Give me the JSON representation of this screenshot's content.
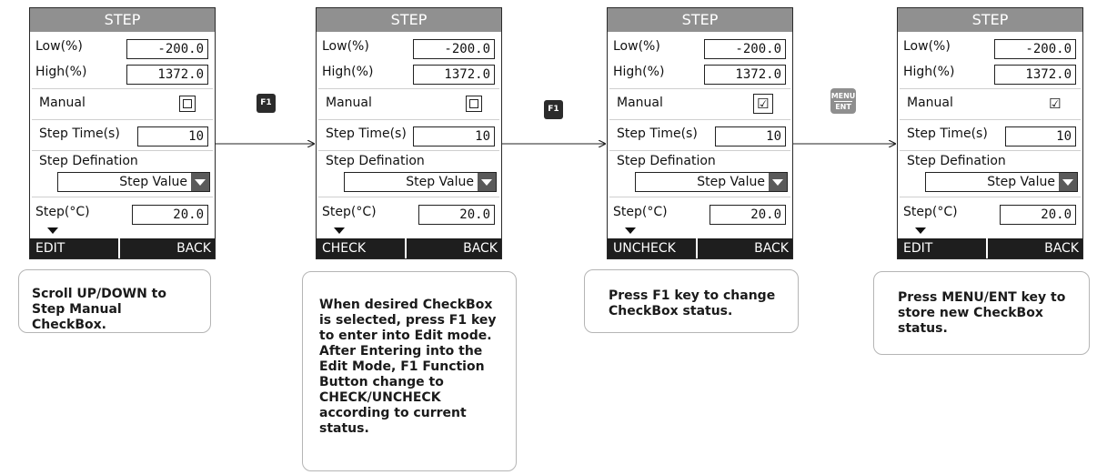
{
  "screens": [
    {
      "title": "STEP",
      "low_label": "Low(%)",
      "low_value": "-200.0",
      "high_label": "High(%)",
      "high_value": "1372.0",
      "manual_label": "Manual",
      "manual_checked": false,
      "step_time_label": "Step Time(s)",
      "step_time_value": "10",
      "step_def_label": "Step Defination",
      "step_def_value": "Step Value",
      "step_label": "Step(°C)",
      "step_value": "20.0",
      "softkey_left": "EDIT",
      "softkey_right": "BACK"
    },
    {
      "title": "STEP",
      "low_label": "Low(%)",
      "low_value": "-200.0",
      "high_label": "High(%)",
      "high_value": "1372.0",
      "manual_label": "Manual",
      "manual_checked": false,
      "step_time_label": "Step Time(s)",
      "step_time_value": "10",
      "step_def_label": "Step Defination",
      "step_def_value": "Step Value",
      "step_label": "Step(°C)",
      "step_value": "20.0",
      "softkey_left": "CHECK",
      "softkey_right": "BACK"
    },
    {
      "title": "STEP",
      "low_label": "Low(%)",
      "low_value": "-200.0",
      "high_label": "High(%)",
      "high_value": "1372.0",
      "manual_label": "Manual",
      "manual_checked": true,
      "step_time_label": "Step Time(s)",
      "step_time_value": "10",
      "step_def_label": "Step Defination",
      "step_def_value": "Step Value",
      "step_label": "Step(°C)",
      "step_value": "20.0",
      "softkey_left": "UNCHECK",
      "softkey_right": "BACK"
    },
    {
      "title": "STEP",
      "low_label": "Low(%)",
      "low_value": "-200.0",
      "high_label": "High(%)",
      "high_value": "1372.0",
      "manual_label": "Manual",
      "manual_checked": true,
      "step_time_label": "Step Time(s)",
      "step_time_value": "10",
      "step_def_label": "Step Defination",
      "step_def_value": "Step Value",
      "step_label": "Step(°C)",
      "step_value": "20.0",
      "softkey_left": "EDIT",
      "softkey_right": "BACK"
    }
  ],
  "keys": {
    "f1_first": "F1",
    "f1_second": "F1",
    "menu_top": "MENU",
    "menu_bottom": "ENT"
  },
  "notes": [
    "Scroll UP/DOWN to Step Manual CheckBox.",
    "When desired CheckBox is selected, press F1 key to enter into Edit mode. After Entering into the Edit Mode, F1 Function Button change to CHECK/UNCHECK according to current status.",
    "Press F1 key to change CheckBox status.",
    "Press MENU/ENT key to store new CheckBox status."
  ],
  "icons": {
    "check_mark": "☑",
    "scroll_down": "scroll-down-arrow",
    "dropdown": "dropdown-arrow"
  },
  "colors": {
    "title_bar": "#909090",
    "softkey_bar": "#1e1e1e",
    "key": "#2b2b2b",
    "menu_key": "#8f8f8f"
  }
}
